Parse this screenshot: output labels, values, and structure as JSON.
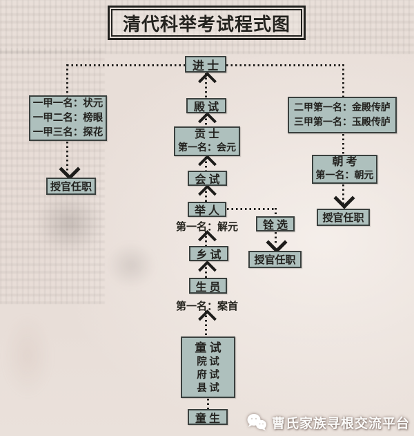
{
  "title": "清代科举考试程式图",
  "colors": {
    "paper": "#e8ded8",
    "box_fill": "#aec0bd",
    "box_border": "#3a403e",
    "ink": "#23221f",
    "watermark_text": "#fbfbfa"
  },
  "flow": {
    "jinshi": "进 士",
    "dianshi": "殿 试",
    "gongshi_title": "贡 士",
    "gongshi_note": "第一名：会元",
    "huishi": "会 试",
    "juren": "举 人",
    "juren_note": "第一名：解元",
    "xiangshi": "乡 试",
    "shengyuan": "生 员",
    "shengyuan_note": "第一名：案首",
    "tongshi_title": "童 试",
    "tongshi_items": [
      "院 试",
      "府 试",
      "县 试"
    ],
    "tongsheng": "童 生",
    "first_class_lines": [
      "一甲一名：状元",
      "一甲二名：榜眼",
      "一甲三名：探花"
    ],
    "appoint_left": "授官任职",
    "second_third_lines": [
      "二甲第一名：金殿传胪",
      "三甲第一名：玉殿传胪"
    ],
    "chaokao_title": "朝 考",
    "chaokao_note": "第一名：朝元",
    "appoint_right": "授官任职",
    "quanxuan": "铨 选",
    "appoint_quanxuan": "授官任职"
  },
  "watermark": {
    "label": "曹氏家族寻根交流平台",
    "icon": "chat-bubbles-icon"
  }
}
